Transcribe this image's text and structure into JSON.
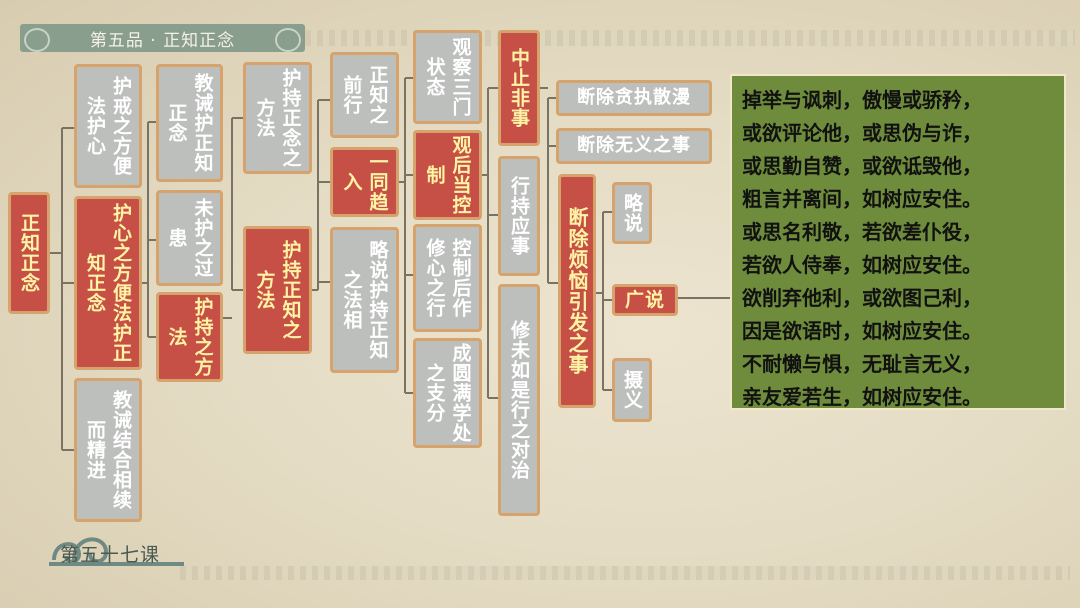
{
  "title": "第五品 · 正知正念",
  "lesson_label": "第五十七课",
  "nodes": {
    "root": "正知正念",
    "a1": "护戒之方便法护心",
    "a2": "护心之方便法护正知正念",
    "a3": "教诫结合相续而精进",
    "b1": "教诫护正知正念",
    "b2": "未护之过患",
    "b3": "护持之方法",
    "c1": "护持正念之方法",
    "c2": "护持正知之方法",
    "d1": "正知之前行",
    "d2": "一同趋入",
    "d3": "略说护持正知之法相",
    "e1": "观察三门状态",
    "e2": "观后当控制",
    "e3": "控制后作修心之行",
    "e4": "成圆满学处之支分",
    "f1": "中止非事",
    "f2": "行持应事",
    "f3": "修未如是行之对治",
    "g1": "断除贪执散漫",
    "g2": "断除无义之事",
    "g3": "断除烦恼引发之事",
    "h1": "略说",
    "h2": "广说",
    "h3": "摄义"
  },
  "verse": [
    "掉举与讽刺，傲慢或骄矜，",
    "或欲评论他，或思伪与诈，",
    "或思勤自赞，或欲诋毁他，",
    "粗言并离间，如树应安住。",
    "或思名利敬，若欲差仆役，",
    "若欲人侍奉，如树应安住。",
    "欲削弃他利，或欲图己利，",
    "因是欲语时，如树应安住。",
    "不耐懒与惧，无耻言无义，",
    "亲友爱若生，如树应安住。"
  ],
  "colors": {
    "gray_node": "#bdbfbd",
    "red_node": "#c65045",
    "red_text": "#fff3a6",
    "verse_bg": "#6e8c3b",
    "title_bg": "#8a9e8e"
  }
}
